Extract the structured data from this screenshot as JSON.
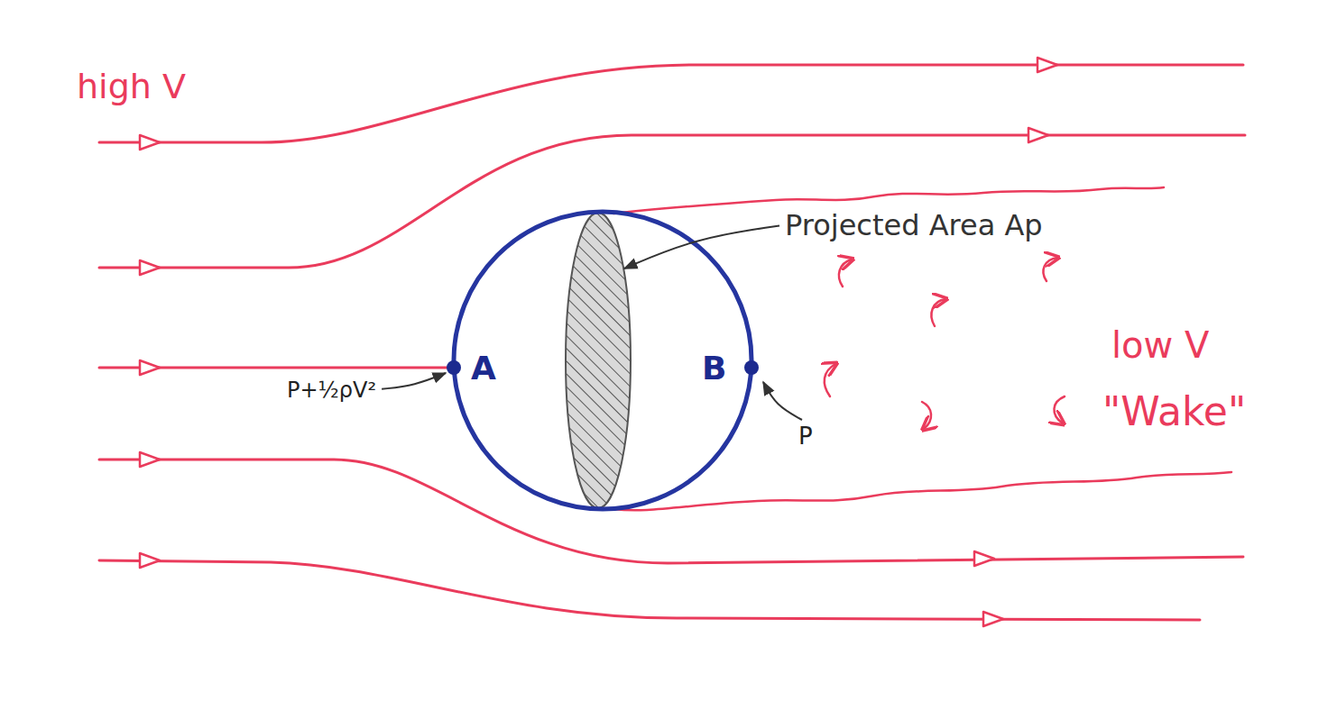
{
  "diagram": {
    "labels": [
      "high V",
      "Projected Area Ap",
      "A",
      "B",
      "P+½ρV²",
      "P",
      "low V",
      "\"Wake\""
    ]
  }
}
